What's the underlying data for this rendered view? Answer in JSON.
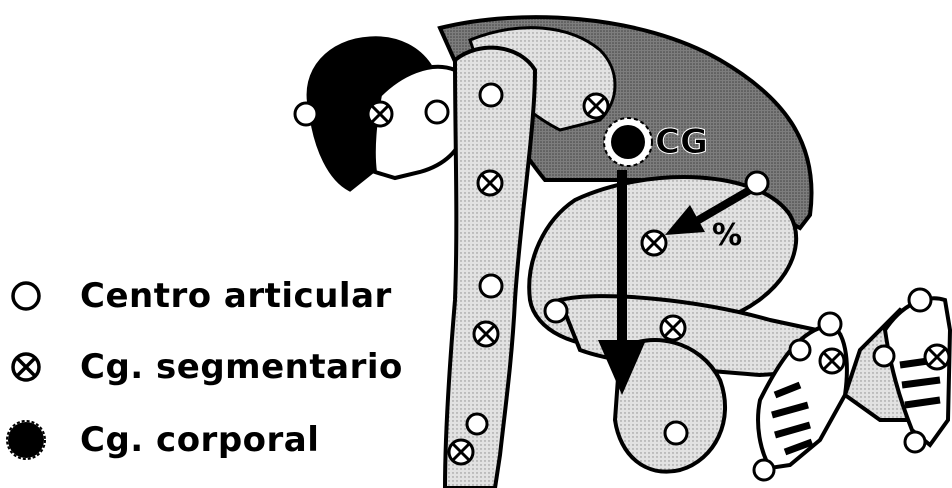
{
  "legend": [
    {
      "symbol": "joint-center",
      "label": "Centro articular"
    },
    {
      "symbol": "segment-cg",
      "label": "Cg. segmentario"
    },
    {
      "symbol": "body-cg",
      "label": "Cg. corporal"
    }
  ],
  "annotations": {
    "cg_label": "CG",
    "percent_label": "%"
  },
  "colors": {
    "ink": "#000000",
    "hair": "#000000",
    "skin_shade": "#d9d9d9",
    "shirt_shade": "#8c8c8c",
    "background": "#ffffff"
  }
}
